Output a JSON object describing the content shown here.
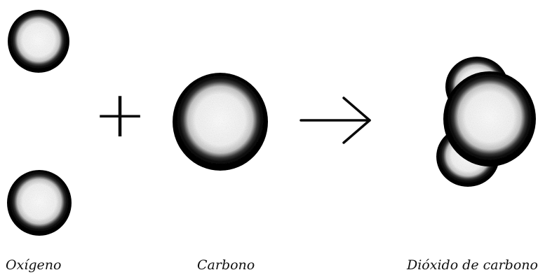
{
  "labels": {
    "oxygen": "Oxígeno",
    "carbon": "Carbono",
    "carbon_dioxide": "Dióxido de carbono"
  },
  "symbols": {
    "plus": "+",
    "arrow": "→"
  },
  "colors": {
    "ink": "#0a0a0a",
    "fill": "#ffffff",
    "background": "#ffffff"
  }
}
